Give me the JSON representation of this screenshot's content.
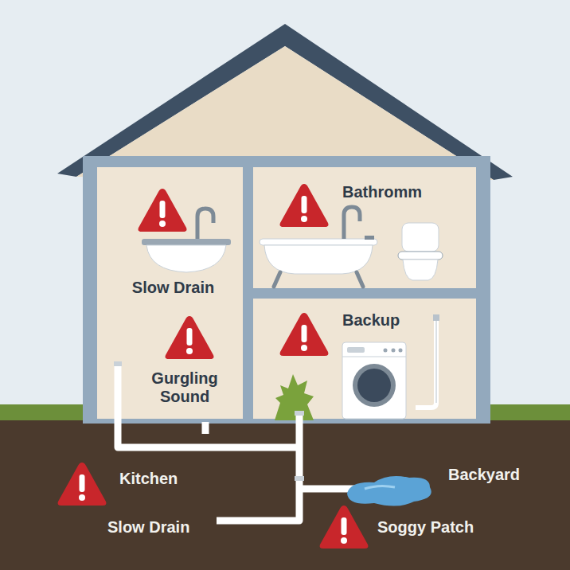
{
  "diagram": {
    "nodes": [
      {
        "text": [
          "Slow Drain",
          "Gurgling Sound"
        ]
      },
      {
        "text": [
          "Bathromm"
        ]
      },
      {
        "text": [
          "Backup"
        ]
      }
    ],
    "labels": [
      "Kitchen",
      "Slow Drain",
      "Backyard",
      "Soggy Patch"
    ]
  }
}
